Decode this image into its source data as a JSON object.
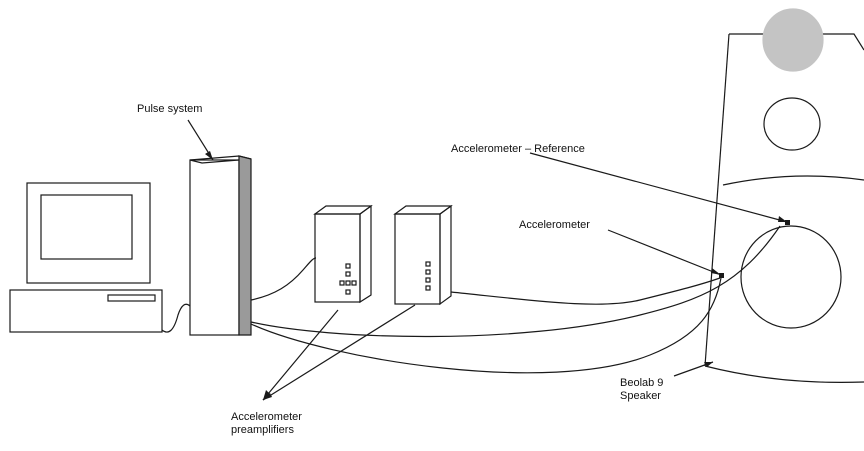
{
  "labels": {
    "pulse_system": "Pulse system",
    "accelerometer_reference": "Accelerometer – Reference",
    "accelerometer": "Accelerometer",
    "speaker_line1": "Beolab 9",
    "speaker_line2": "Speaker",
    "preamp_line1": "Accelerometer",
    "preamp_line2": "preamplifiers"
  },
  "colors": {
    "line": "#1a1a1a",
    "shade": "#9a9a9a",
    "speaker_top": "#c4c4c4"
  },
  "icons": {
    "computer": "desktop-computer-icon",
    "pulse_system": "pulse-system-tower",
    "preamp": "preamplifier-box"
  }
}
